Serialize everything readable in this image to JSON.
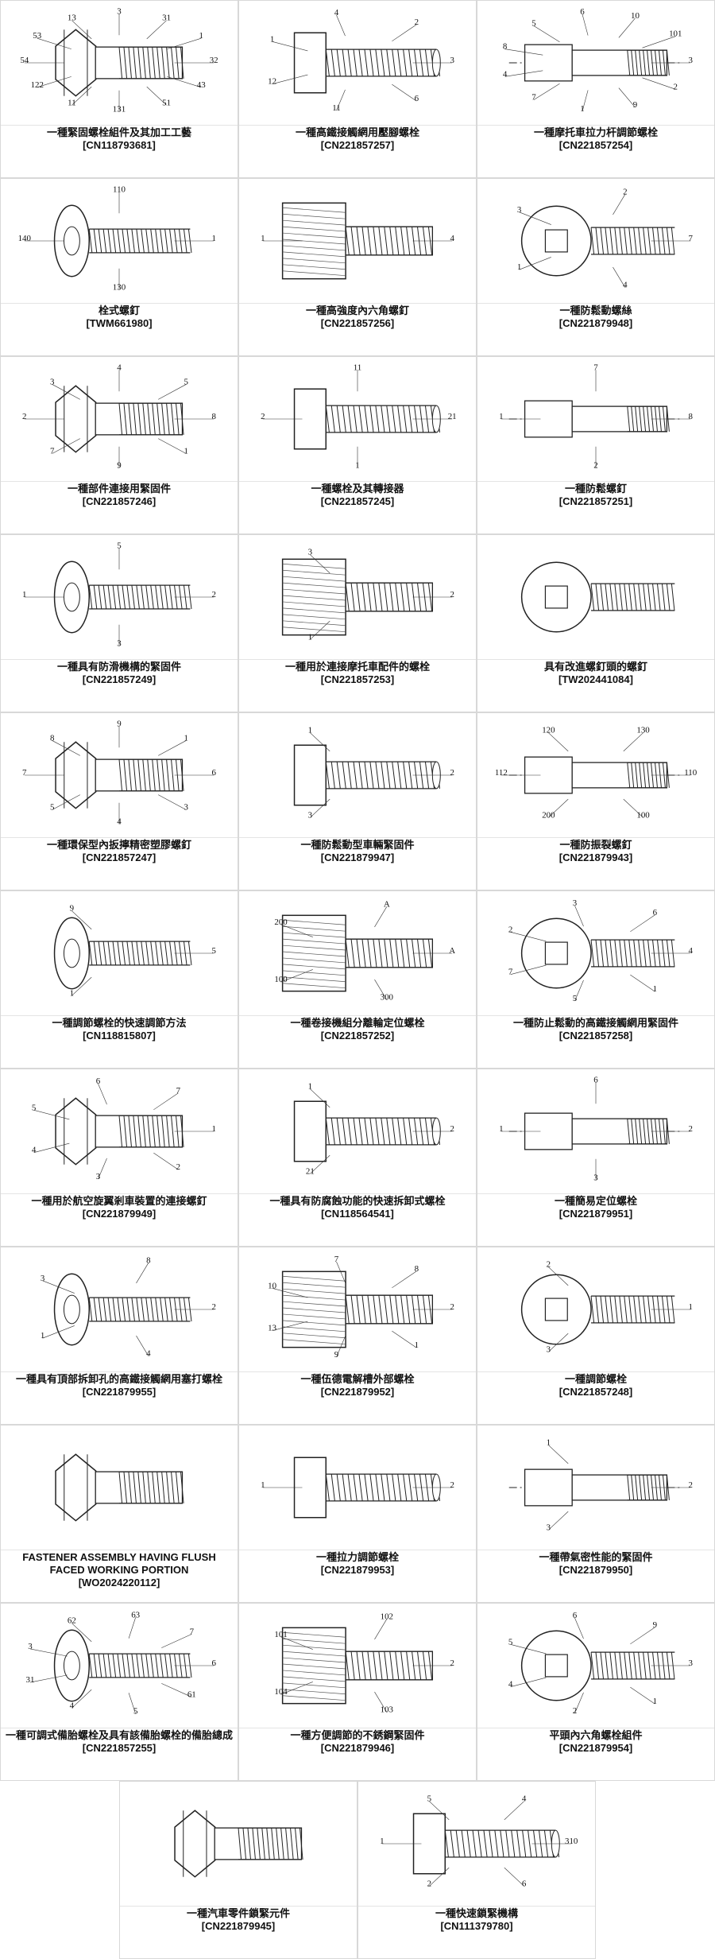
{
  "patents": [
    {
      "title": "一種緊固螺栓組件及其加工工藝",
      "number": "[CN118793681]",
      "fig_labels": [
        "32",
        "43",
        "51",
        "131",
        "11",
        "122",
        "54",
        "53",
        "13",
        "3",
        "31",
        "1"
      ]
    },
    {
      "title": "一種高鐵接觸網用壓腳螺栓",
      "number": "[CN221857257]",
      "fig_labels": [
        "3",
        "6",
        "11",
        "12",
        "1",
        "4",
        "2"
      ]
    },
    {
      "title": "一種摩托車拉力杆調節螺栓",
      "number": "[CN221857254]",
      "fig_labels": [
        "3",
        "2",
        "9",
        "1",
        "7",
        "4",
        "8",
        "5",
        "6",
        "10",
        "101"
      ]
    },
    {
      "title": "栓式螺釘",
      "number": "[TWM661980]",
      "fig_labels": [
        "1",
        "130",
        "140",
        "110"
      ]
    },
    {
      "title": "一種高強度內六角螺釘",
      "number": "[CN221857256]",
      "fig_labels": [
        "4",
        "1"
      ]
    },
    {
      "title": "一種防鬆動螺絲",
      "number": "[CN221879948]",
      "fig_labels": [
        "7",
        "4",
        "1",
        "3",
        "2"
      ]
    },
    {
      "title": "一種部件連接用緊固件",
      "number": "[CN221857246]",
      "fig_labels": [
        "8",
        "1",
        "9",
        "7",
        "2",
        "3",
        "4",
        "5"
      ]
    },
    {
      "title": "一種螺栓及其轉接器",
      "number": "[CN221857245]",
      "fig_labels": [
        "21",
        "1",
        "2",
        "11"
      ]
    },
    {
      "title": "一種防鬆螺釘",
      "number": "[CN221857251]",
      "fig_labels": [
        "8",
        "2",
        "1",
        "7"
      ]
    },
    {
      "title": "一種具有防滑機構的緊固件",
      "number": "[CN221857249]",
      "fig_labels": [
        "2",
        "3",
        "1",
        "5"
      ]
    },
    {
      "title": "一種用於連接摩托車配件的螺栓",
      "number": "[CN221857253]",
      "fig_labels": [
        "2",
        "1",
        "3"
      ]
    },
    {
      "title": "具有改進螺釘頭的螺釘",
      "number": "[TW202441084]",
      "fig_labels": []
    },
    {
      "title": "一種環保型內扳擰精密塑膠螺釘",
      "number": "[CN221857247]",
      "fig_labels": [
        "6",
        "3",
        "4",
        "5",
        "7",
        "8",
        "9",
        "1"
      ]
    },
    {
      "title": "一種防鬆動型車輛緊固件",
      "number": "[CN221879947]",
      "fig_labels": [
        "2",
        "3",
        "1"
      ]
    },
    {
      "title": "一種防振裂螺釘",
      "number": "[CN221879943]",
      "fig_labels": [
        "110",
        "100",
        "200",
        "112",
        "120",
        "130"
      ]
    },
    {
      "title": "一種調節螺栓的快速調節方法",
      "number": "[CN118815807]",
      "fig_labels": [
        "5",
        "1",
        "9"
      ]
    },
    {
      "title": "一種卷接機組分離輪定位螺栓",
      "number": "[CN221857252]",
      "fig_labels": [
        "A",
        "300",
        "100",
        "200",
        "A"
      ]
    },
    {
      "title": "一種防止鬆動的高鐵接觸網用緊固件",
      "number": "[CN221857258]",
      "fig_labels": [
        "4",
        "1",
        "5",
        "7",
        "2",
        "3",
        "6"
      ]
    },
    {
      "title": "一種用於航空旋翼剎車裝置的連接螺釘",
      "number": "[CN221879949]",
      "fig_labels": [
        "1",
        "2",
        "3",
        "4",
        "5",
        "6",
        "7"
      ]
    },
    {
      "title": "一種具有防腐蝕功能的快速拆卸式螺栓",
      "number": "[CN118564541]",
      "fig_labels": [
        "2",
        "21",
        "1"
      ]
    },
    {
      "title": "一種簡易定位螺栓",
      "number": "[CN221879951]",
      "fig_labels": [
        "2",
        "3",
        "1",
        "6"
      ]
    },
    {
      "title": "一種具有頂部拆卸孔的高鐵接觸網用塞打螺栓",
      "number": "[CN221879955]",
      "fig_labels": [
        "2",
        "4",
        "1",
        "3",
        "8"
      ]
    },
    {
      "title": "一種伍德電解槽外部螺栓",
      "number": "[CN221879952]",
      "fig_labels": [
        "2",
        "1",
        "9",
        "13",
        "10",
        "7",
        "8"
      ]
    },
    {
      "title": "一種調節螺栓",
      "number": "[CN221857248]",
      "fig_labels": [
        "1",
        "3",
        "2"
      ]
    },
    {
      "title": "FASTENER ASSEMBLY HAVING FLUSH FACED WORKING PORTION",
      "number": "[WO2024220112]",
      "fig_labels": []
    },
    {
      "title": "一種拉力調節螺栓",
      "number": "[CN221879953]",
      "fig_labels": [
        "2",
        "1"
      ]
    },
    {
      "title": "一種帶氣密性能的緊固件",
      "number": "[CN221879950]",
      "fig_labels": [
        "2",
        "3",
        "1"
      ]
    },
    {
      "title": "一種可調式備胎螺栓及具有該備胎螺栓的備胎總成",
      "number": "[CN221857255]",
      "fig_labels": [
        "6",
        "61",
        "5",
        "4",
        "31",
        "3",
        "62",
        "63",
        "7"
      ]
    },
    {
      "title": "一種方便調節的不銹鋼緊固件",
      "number": "[CN221879946]",
      "fig_labels": [
        "2",
        "103",
        "104",
        "101",
        "102"
      ]
    },
    {
      "title": "平頭內六角螺栓組件",
      "number": "[CN221879954]",
      "fig_labels": [
        "3",
        "1",
        "2",
        "4",
        "5",
        "6",
        "9"
      ]
    },
    {
      "title": "一種汽車零件鎖緊元件",
      "number": "[CN221879945]",
      "fig_labels": []
    },
    {
      "title": "一種快速鎖緊機構",
      "number": "[CN111379780]",
      "fig_labels": [
        "310",
        "6",
        "2",
        "1",
        "5",
        "4"
      ]
    }
  ]
}
